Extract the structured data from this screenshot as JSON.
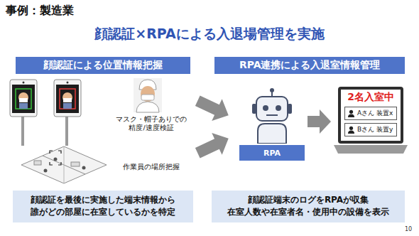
{
  "diagram": {
    "title": "顔認証×RPAによる入退場管理を実施",
    "nodes": [
      {
        "text": [
          "顔認証による位置情報把握"
        ]
      },
      {
        "text": [
          "RPA連携による入退室情報管理"
        ]
      },
      {
        "text": [
          "RPA"
        ]
      },
      {
        "text": [
          "2名入室中",
          "Aさん 装置x",
          "Bさん 装置y"
        ]
      },
      {
        "text": [
          "顔認証を最後に実施した端末情報から 誰がどの部屋に在室しているかを特定"
        ]
      },
      {
        "text": [
          "顔認証端末のログをRPAが収集 在室人数や在室者名・使用中の設備を表示"
        ]
      }
    ],
    "edges": [
      {
        "from": 2,
        "to": 3,
        "arrow": "to"
      }
    ],
    "labels": [
      "事例：製造業",
      "マスク・帽子ありでの 精度/速度検証",
      "作業員の場所把握",
      "10"
    ]
  }
}
